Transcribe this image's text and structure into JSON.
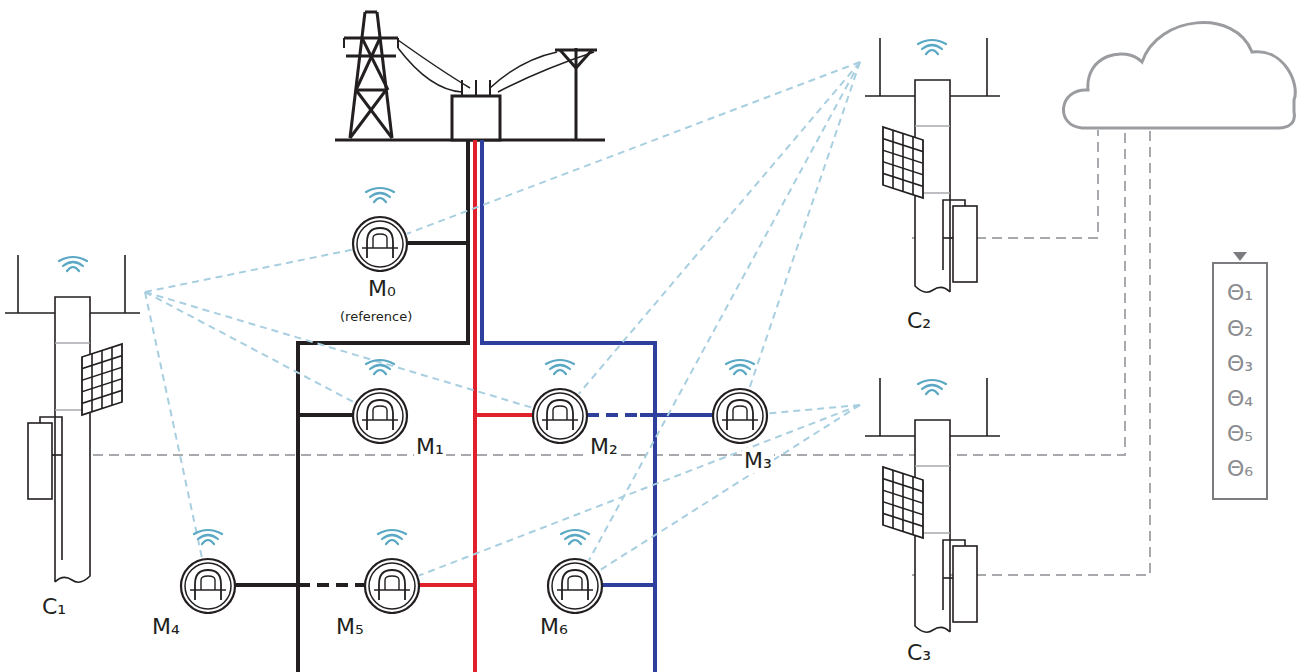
{
  "diagram": {
    "nodes": [
      {
        "text": [
          "M₀",
          "(reference)"
        ]
      },
      {
        "text": [
          "M₁"
        ]
      },
      {
        "text": [
          "M₂"
        ]
      },
      {
        "text": [
          "M₃"
        ]
      },
      {
        "text": [
          "M₄"
        ]
      },
      {
        "text": [
          "M₅"
        ]
      },
      {
        "text": [
          "M₆"
        ]
      },
      {
        "text": [
          "C₁"
        ]
      },
      {
        "text": [
          "C₂"
        ]
      },
      {
        "text": [
          "C₃"
        ]
      },
      {
        "text": [
          "Θ₁",
          "Θ₂",
          "Θ₃",
          "Θ₄",
          "Θ₅",
          "Θ₆"
        ]
      }
    ],
    "edges": [
      {
        "from": 7,
        "to": 0,
        "arrow": "none"
      },
      {
        "from": 7,
        "to": 1,
        "arrow": "none"
      },
      {
        "from": 7,
        "to": 2,
        "arrow": "none"
      },
      {
        "from": 7,
        "to": 4,
        "arrow": "none"
      },
      {
        "from": 8,
        "to": 0,
        "arrow": "none"
      },
      {
        "from": 8,
        "to": 2,
        "arrow": "none"
      },
      {
        "from": 8,
        "to": 3,
        "arrow": "none"
      },
      {
        "from": 8,
        "to": 6,
        "arrow": "none"
      },
      {
        "from": 9,
        "to": 3,
        "arrow": "none"
      },
      {
        "from": 9,
        "to": 5,
        "arrow": "none"
      },
      {
        "from": 9,
        "to": 6,
        "arrow": "none"
      }
    ]
  }
}
